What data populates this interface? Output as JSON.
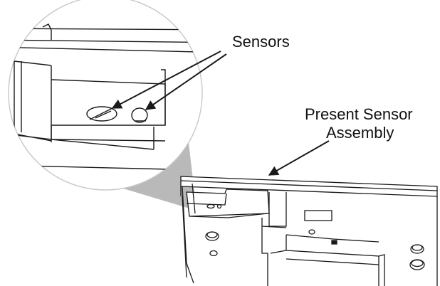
{
  "callouts": {
    "sensors": "Sensors",
    "assembly_line1": "Present Sensor",
    "assembly_line2": "Assembly"
  },
  "colors": {
    "line": "#1a1a1a",
    "magnifier_wedge": "#b9b9b9",
    "background": "#ffffff"
  }
}
